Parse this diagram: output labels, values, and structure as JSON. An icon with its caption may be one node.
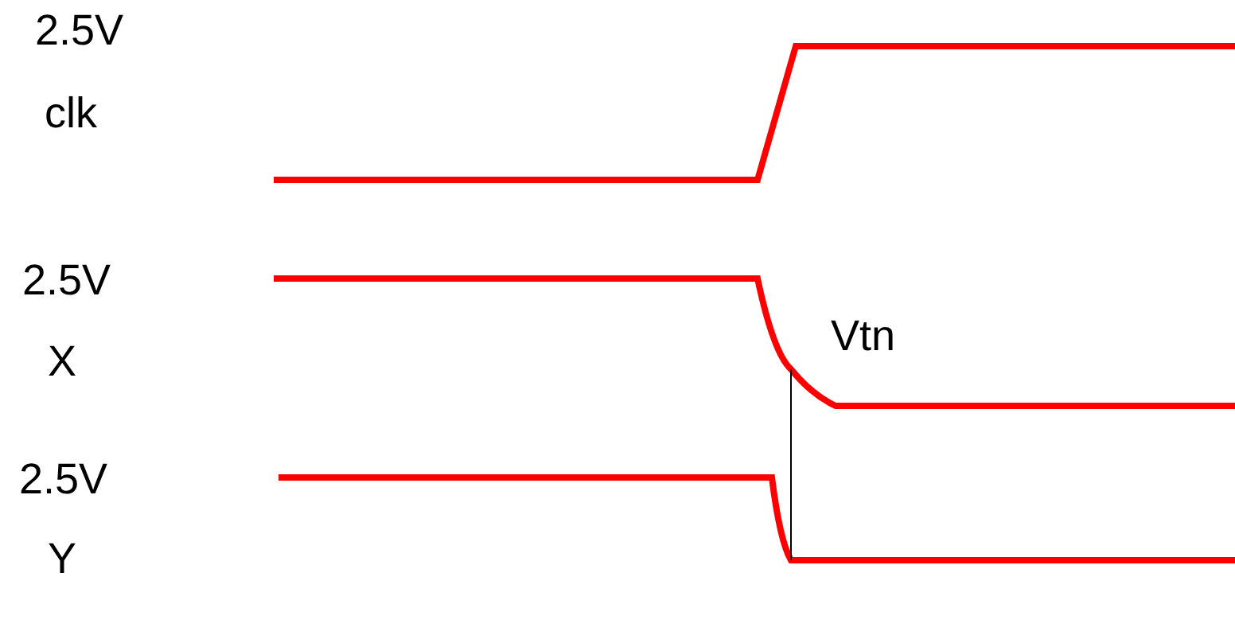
{
  "diagram": {
    "labels": [
      "2.5V",
      "clk",
      "2.5V",
      "X",
      "Vtn",
      "2.5V",
      "Y"
    ]
  }
}
